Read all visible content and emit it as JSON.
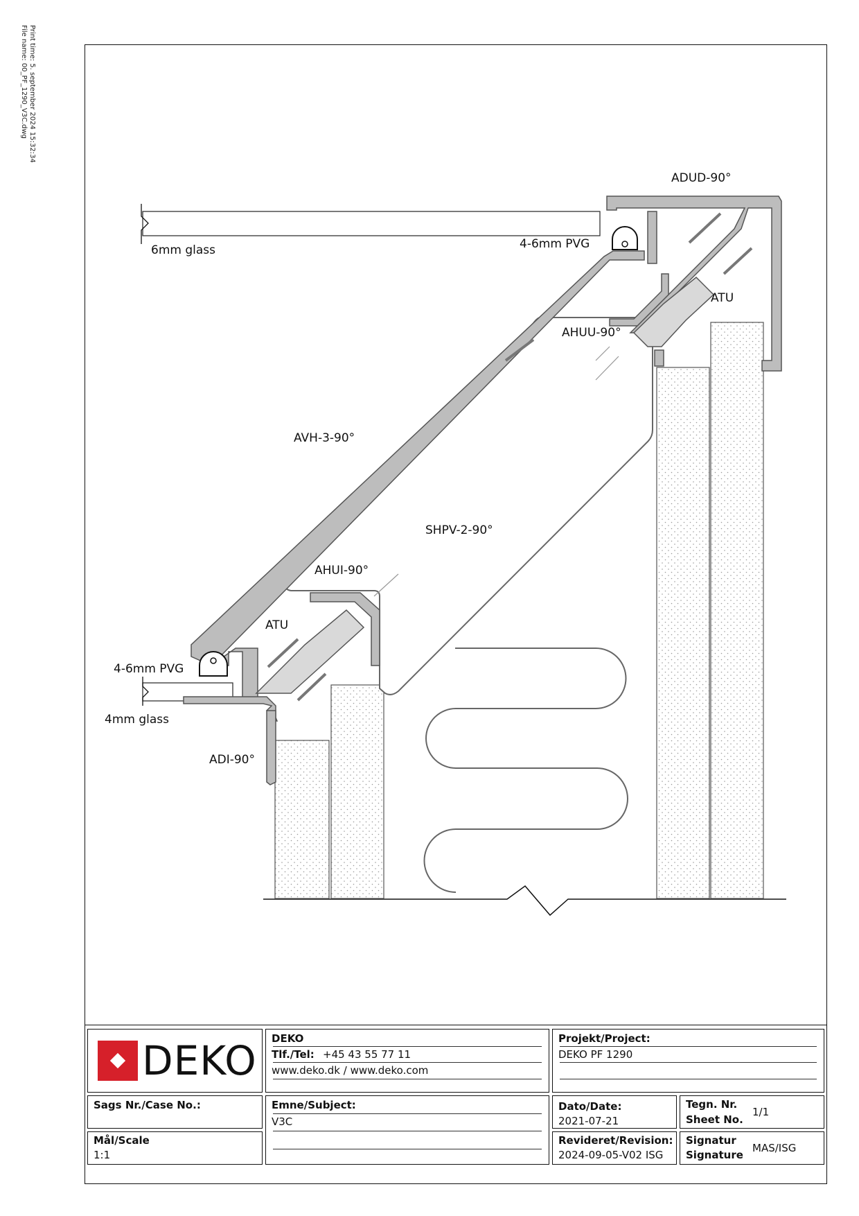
{
  "print_info": {
    "print_time": "Print time: 5. september 2024 15:32:34",
    "file_name": "File name: 00_PF_1290_V3C.dwg"
  },
  "labels": {
    "adud": "ADUD-90°",
    "pvg_top": "4-6mm PVG",
    "glass_top": "6mm glass",
    "atu_top": "ATU",
    "ahuu": "AHUU-90°",
    "avh": "AVH-3-90°",
    "shpv": "SHPV-2-90°",
    "ahui": "AHUI-90°",
    "atu_bottom": "ATU",
    "pvg_bottom": "4-6mm PVG",
    "glass_bottom": "4mm glass",
    "adi": "ADI-90°"
  },
  "company": {
    "logo_text": "DEKO",
    "name": "DEKO",
    "tel_label": "Tlf./Tel:",
    "tel_value": "+45 43 55 77 11",
    "web": "www.deko.dk / www.deko.com"
  },
  "project": {
    "label": "Projekt/Project:",
    "value": "DEKO PF 1290"
  },
  "case": {
    "label": "Sags Nr./Case No.:",
    "value": ""
  },
  "scale": {
    "label": "Mål/Scale",
    "value": "1:1"
  },
  "subject": {
    "label": "Emne/Subject:",
    "value": "V3C"
  },
  "date": {
    "label": "Dato/Date:",
    "value": "2021-07-21"
  },
  "revision": {
    "label": "Revideret/Revision:",
    "value": "2024-09-05-V02 ISG"
  },
  "sheet": {
    "label1": "Tegn. Nr.",
    "label2": "Sheet No.",
    "value": "1/1"
  },
  "signature": {
    "label1": "Signatur",
    "label2": "Signature",
    "value": "MAS/ISG"
  },
  "colors": {
    "logo_red": "#d6202a",
    "profile_fill": "#bdbdbd",
    "profile_stroke": "#555555"
  }
}
